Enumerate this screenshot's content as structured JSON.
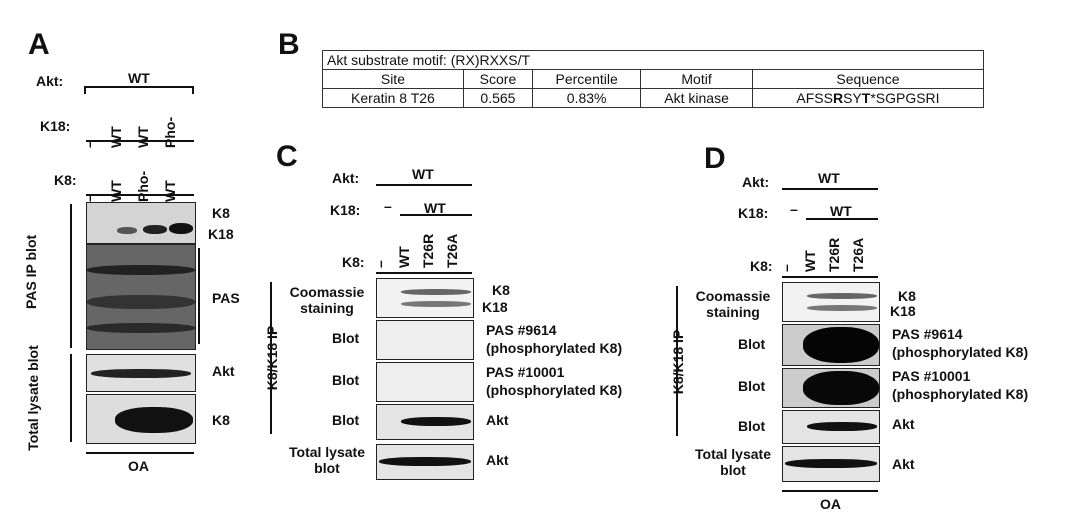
{
  "panels": {
    "A": "A",
    "B": "B",
    "C": "C",
    "D": "D"
  },
  "panelA": {
    "akt_label": "Akt:",
    "akt_value": "WT",
    "k18_label": "K18:",
    "k18_lanes": [
      "–",
      "WT",
      "WT",
      "Pho-"
    ],
    "k8_label": "K8:",
    "k8_lanes": [
      "–",
      "WT",
      "Pho-",
      "WT"
    ],
    "pas_ip_label": "PAS IP blot",
    "total_lysate_label": "Total lysate blot",
    "band_k8": "K8",
    "band_k18": "K18",
    "band_pas": "PAS",
    "band_akt": "Akt",
    "band_k8b": "K8",
    "condition": "OA"
  },
  "panelB": {
    "title": "Akt substrate motif: (RX)RXXS/T",
    "headers": [
      "Site",
      "Score",
      "Percentile",
      "Motif",
      "Sequence"
    ],
    "row": {
      "site": "Keratin 8 T26",
      "score": "0.565",
      "percentile": "0.83%",
      "motif": "Akt kinase",
      "seq_a": "AFSS",
      "seq_b": "R",
      "seq_c": "SY",
      "seq_d": "T",
      "seq_e": "*SGPGSRI"
    }
  },
  "panelC": {
    "akt_label": "Akt:",
    "akt_value": "WT",
    "k18_label": "K18:",
    "k18_minus": "–",
    "k18_wt": "WT",
    "k8_label": "K8:",
    "k8_lanes": [
      "–",
      "WT",
      "T26R",
      "T26A"
    ],
    "row_labels": [
      "Coomassie staining",
      "Blot",
      "Blot",
      "Blot",
      "Total lysate blot"
    ],
    "ip_label": "K8/K18 IP",
    "right_labels": [
      "K8",
      "K18",
      "PAS #9614",
      "(phosphorylated K8)",
      "PAS #10001",
      "(phosphorylated K8)",
      "Akt",
      "Akt"
    ]
  },
  "panelD": {
    "akt_label": "Akt:",
    "akt_value": "WT",
    "k18_label": "K18:",
    "k18_minus": "–",
    "k18_wt": "WT",
    "k8_label": "K8:",
    "k8_lanes": [
      "–",
      "WT",
      "T26R",
      "T26A"
    ],
    "row_labels": [
      "Coomassie staining",
      "Blot",
      "Blot",
      "Blot",
      "Total lysate blot"
    ],
    "ip_label": "K8/K18 IP",
    "right_labels": [
      "K8",
      "K18",
      "PAS #9614",
      "(phosphorylated K8)",
      "PAS #10001",
      "(phosphorylated K8)",
      "Akt",
      "Akt"
    ],
    "condition": "OA"
  }
}
